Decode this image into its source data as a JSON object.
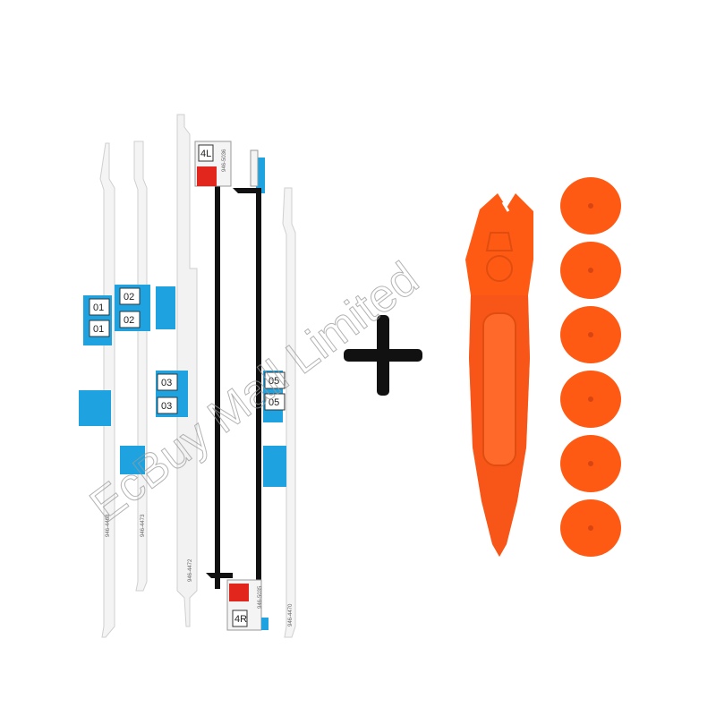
{
  "strip_labels": {
    "s01a": "01",
    "s01b": "01",
    "s02a": "02",
    "s02b": "02",
    "s03a": "03",
    "s03b": "03",
    "s05a": "05",
    "s05b": "05",
    "s4l": "4L",
    "s4r": "4R"
  },
  "part_numbers": {
    "p1": "946-4468",
    "p2": "946-4473",
    "p3": "946-4472",
    "p4": "946-5036",
    "p5": "946-5035",
    "p6": "946-4470"
  },
  "watermark": "EcBuy Mall Limited",
  "colors": {
    "adhesive_blue": "#1fa3e0",
    "tab_red": "#e3261d",
    "tool_orange": "#ff5a14",
    "strip_white": "#f3f3f3",
    "strip_black": "#111111"
  },
  "suction_cup_count": 6
}
